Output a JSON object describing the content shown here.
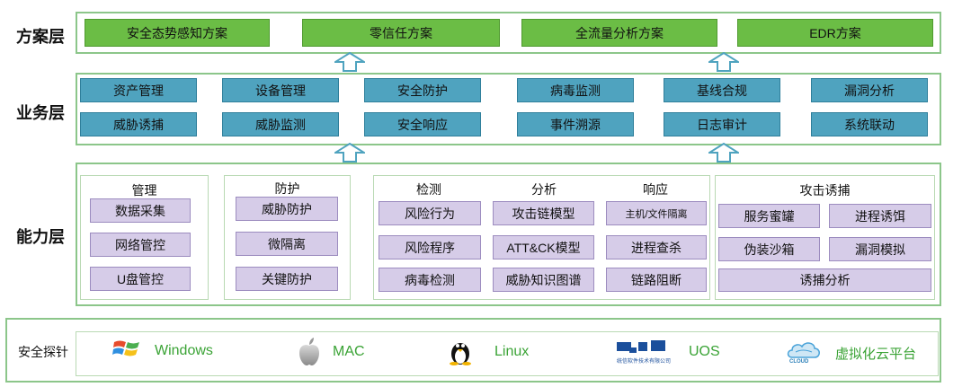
{
  "layers": {
    "solution": "方案层",
    "business": "业务层",
    "capability": "能力层"
  },
  "solutions": [
    "安全态势感知方案",
    "零信任方案",
    "全流量分析方案",
    "EDR方案"
  ],
  "business_row1": [
    "资产管理",
    "设备管理",
    "安全防护",
    "病毒监测",
    "基线合规",
    "漏洞分析"
  ],
  "business_row2": [
    "威胁诱捕",
    "威胁监测",
    "安全响应",
    "事件溯源",
    "日志审计",
    "系统联动"
  ],
  "capabilities": {
    "manage": {
      "title": "管理",
      "items": [
        "数据采集",
        "网络管控",
        "U盘管控"
      ]
    },
    "protect": {
      "title": "防护",
      "items": [
        "威胁防护",
        "微隔离",
        "关键防护"
      ]
    },
    "detect": {
      "title": "检测",
      "items": [
        "风险行为",
        "风险程序",
        "病毒检测"
      ]
    },
    "analyze": {
      "title": "分析",
      "items": [
        "攻击链模型",
        "ATT&CK模型",
        "威胁知识图谱"
      ]
    },
    "respond": {
      "title": "响应",
      "items": [
        "主机/文件隔离",
        "进程查杀",
        "链路阻断"
      ]
    },
    "trap": {
      "title": "攻击诱捕",
      "items": [
        "服务蜜罐",
        "进程诱饵",
        "伪装沙箱",
        "漏洞模拟",
        "诱捕分析"
      ]
    }
  },
  "probe": {
    "label": "安全探针",
    "items": [
      "Windows",
      "MAC",
      "Linux",
      "UOS",
      "虚拟化云平台"
    ],
    "uos_logo_text": "统信软件技术有限公司",
    "cloud_logo_text": "CLOUD"
  },
  "colors": {
    "frame": "#8cc68a",
    "solution_fill": "#6bbd45",
    "business_fill": "#4fa3bf",
    "capability_fill": "#d6cce8",
    "probe_text": "#3aa335"
  }
}
